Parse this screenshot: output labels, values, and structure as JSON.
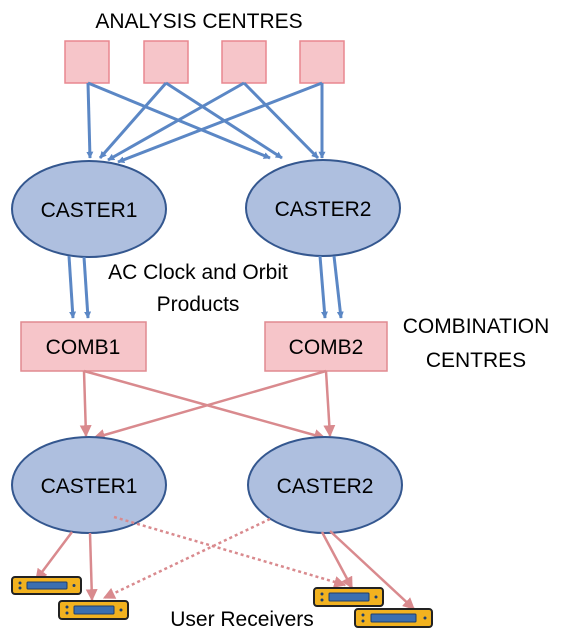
{
  "labels": {
    "analysis_centres": "ANALYSIS CENTRES",
    "caster_top_1": "CASTER1",
    "caster_top_2": "CASTER2",
    "products_line1": "AC Clock and Orbit",
    "products_line2": "Products",
    "comb1": "COMB1",
    "comb2": "COMB2",
    "combination_line1": "COMBINATION",
    "combination_line2": "CENTRES",
    "caster_bottom_1": "CASTER1",
    "caster_bottom_2": "CASTER2",
    "user_receivers": "User Receivers"
  },
  "colors": {
    "analysis_box_fill": "#f6c5c9",
    "analysis_box_stroke": "#e8878f",
    "caster_fill": "#aebfdf",
    "caster_stroke": "#34578f",
    "blue_arrow": "#5b87c5",
    "comb_fill": "#f6c5c9",
    "comb_stroke": "#e08a90",
    "red_arrow": "#d98a8e",
    "receiver_fill": "#f2b21f",
    "receiver_inner": "#3b6fb0",
    "receiver_stroke": "#222222"
  },
  "icons": {
    "receiver": "receiver-device-icon"
  }
}
